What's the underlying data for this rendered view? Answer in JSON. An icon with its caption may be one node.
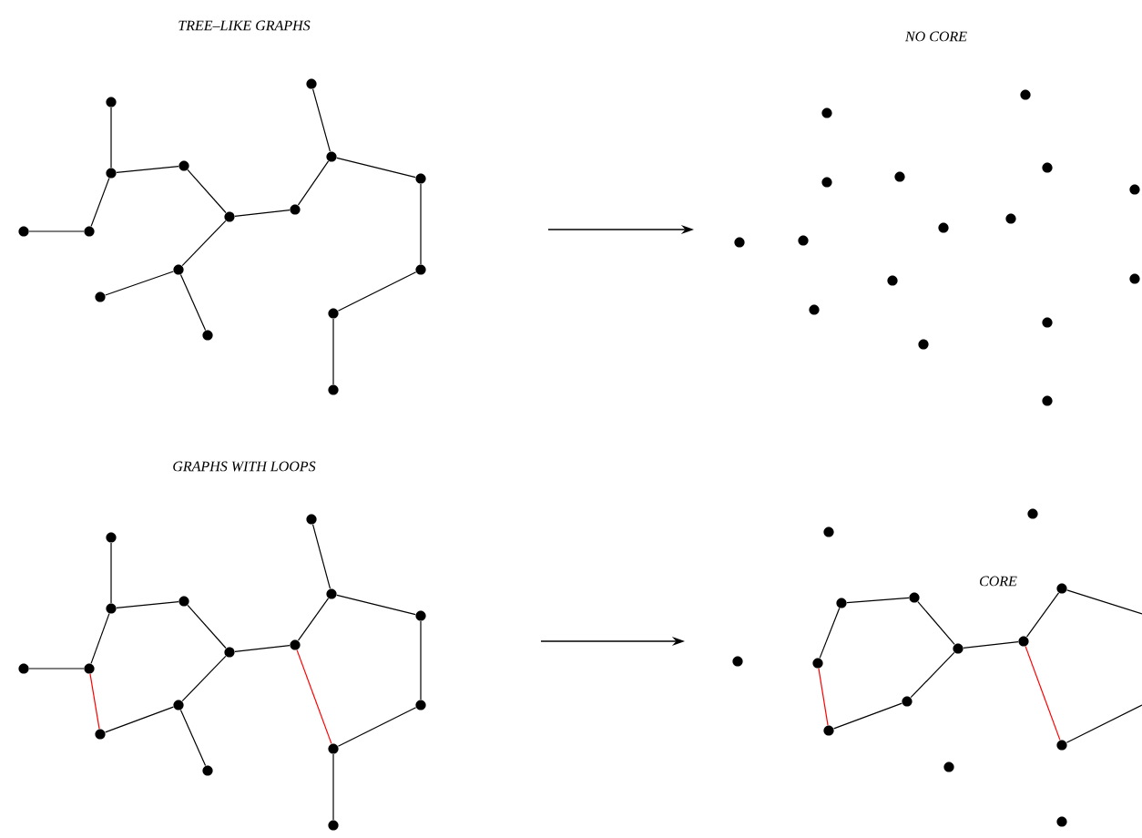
{
  "diagram": {
    "nodes": [
      {
        "text": [],
        "shape": "circle"
      },
      {
        "text": [],
        "shape": "circle"
      },
      {
        "text": [],
        "shape": "circle"
      },
      {
        "text": [],
        "shape": "circle"
      },
      {
        "text": [],
        "shape": "circle"
      },
      {
        "text": [],
        "shape": "circle"
      },
      {
        "text": [],
        "shape": "circle"
      },
      {
        "text": [],
        "shape": "circle"
      },
      {
        "text": [],
        "shape": "circle"
      },
      {
        "text": [],
        "shape": "circle"
      },
      {
        "text": [],
        "shape": "circle"
      },
      {
        "text": [],
        "shape": "circle"
      },
      {
        "text": [],
        "shape": "circle"
      },
      {
        "text": [],
        "shape": "circle"
      },
      {
        "text": [],
        "shape": "circle"
      },
      {
        "text": [],
        "shape": "circle"
      },
      {
        "text": [],
        "shape": "circle"
      },
      {
        "text": [],
        "shape": "circle"
      },
      {
        "text": [],
        "shape": "circle"
      },
      {
        "text": [],
        "shape": "circle"
      },
      {
        "text": [],
        "shape": "circle"
      },
      {
        "text": [],
        "shape": "circle"
      },
      {
        "text": [],
        "shape": "circle"
      },
      {
        "text": [],
        "shape": "circle"
      },
      {
        "text": [],
        "shape": "circle"
      },
      {
        "text": [],
        "shape": "circle"
      },
      {
        "text": [],
        "shape": "circle"
      },
      {
        "text": [],
        "shape": "circle"
      },
      {
        "text": [],
        "shape": "circle"
      },
      {
        "text": [],
        "shape": "circle"
      },
      {
        "text": [],
        "shape": "circle"
      },
      {
        "text": [],
        "shape": "circle"
      },
      {
        "text": [],
        "shape": "circle"
      },
      {
        "text": [],
        "shape": "circle"
      },
      {
        "text": [],
        "shape": "circle"
      },
      {
        "text": [],
        "shape": "circle"
      },
      {
        "text": [],
        "shape": "circle"
      },
      {
        "text": [],
        "shape": "circle"
      },
      {
        "text": [],
        "shape": "circle"
      },
      {
        "text": [],
        "shape": "circle"
      },
      {
        "text": [],
        "shape": "circle"
      },
      {
        "text": [],
        "shape": "circle"
      },
      {
        "text": [],
        "shape": "circle"
      },
      {
        "text": [],
        "shape": "circle"
      },
      {
        "text": [],
        "shape": "circle"
      },
      {
        "text": [],
        "shape": "circle"
      },
      {
        "text": [],
        "shape": "circle"
      },
      {
        "text": [],
        "shape": "circle"
      },
      {
        "text": [],
        "shape": "circle"
      },
      {
        "text": [],
        "shape": "circle"
      },
      {
        "text": [],
        "shape": "circle"
      },
      {
        "text": [],
        "shape": "circle"
      },
      {
        "text": [],
        "shape": "circle"
      },
      {
        "text": [],
        "shape": "circle"
      },
      {
        "text": [],
        "shape": "circle"
      },
      {
        "text": [],
        "shape": "circle"
      },
      {
        "text": [],
        "shape": "circle"
      },
      {
        "text": [],
        "shape": "circle"
      },
      {
        "text": [],
        "shape": "circle"
      },
      {
        "text": [],
        "shape": "circle"
      },
      {
        "text": [],
        "shape": "circle"
      },
      {
        "text": [],
        "shape": "circle"
      }
    ],
    "edges": [
      {
        "from": 0,
        "to": 1,
        "arrow": "none"
      },
      {
        "from": 1,
        "to": 2,
        "arrow": "none"
      },
      {
        "from": 1,
        "to": 4,
        "arrow": "none"
      },
      {
        "from": 4,
        "to": 3,
        "arrow": "none"
      },
      {
        "from": 2,
        "to": 5,
        "arrow": "none"
      },
      {
        "from": 5,
        "to": 6,
        "arrow": "none"
      },
      {
        "from": 5,
        "to": 7,
        "arrow": "none"
      },
      {
        "from": 7,
        "to": 8,
        "arrow": "none"
      },
      {
        "from": 7,
        "to": 9,
        "arrow": "none"
      },
      {
        "from": 6,
        "to": 11,
        "arrow": "none"
      },
      {
        "from": 11,
        "to": 10,
        "arrow": "none"
      },
      {
        "from": 11,
        "to": 12,
        "arrow": "none"
      },
      {
        "from": 12,
        "to": 13,
        "arrow": "none"
      },
      {
        "from": 13,
        "to": 14,
        "arrow": "none"
      },
      {
        "from": 14,
        "to": 15,
        "arrow": "none"
      },
      {
        "from": 32,
        "to": 33,
        "arrow": "none"
      },
      {
        "from": 33,
        "to": 34,
        "arrow": "none"
      },
      {
        "from": 33,
        "to": 36,
        "arrow": "none"
      },
      {
        "from": 36,
        "to": 35,
        "arrow": "none"
      },
      {
        "from": 34,
        "to": 37,
        "arrow": "none"
      },
      {
        "from": 37,
        "to": 38,
        "arrow": "none"
      },
      {
        "from": 37,
        "to": 39,
        "arrow": "none"
      },
      {
        "from": 39,
        "to": 40,
        "arrow": "none"
      },
      {
        "from": 39,
        "to": 41,
        "arrow": "none"
      },
      {
        "from": 38,
        "to": 43,
        "arrow": "none"
      },
      {
        "from": 43,
        "to": 42,
        "arrow": "none"
      },
      {
        "from": 43,
        "to": 44,
        "arrow": "none"
      },
      {
        "from": 44,
        "to": 45,
        "arrow": "none"
      },
      {
        "from": 45,
        "to": 46,
        "arrow": "none"
      },
      {
        "from": 46,
        "to": 47,
        "arrow": "none"
      },
      {
        "from": 36,
        "to": 40,
        "arrow": "none",
        "color": "#ff0000"
      },
      {
        "from": 38,
        "to": 46,
        "arrow": "none",
        "color": "#ff0000"
      },
      {
        "from": 53,
        "to": 54,
        "arrow": "none"
      },
      {
        "from": 53,
        "to": 55,
        "arrow": "none"
      },
      {
        "from": 55,
        "to": 56,
        "arrow": "none",
        "color": "#ff0000"
      },
      {
        "from": 56,
        "to": 57,
        "arrow": "none"
      },
      {
        "from": 57,
        "to": 58,
        "arrow": "none"
      },
      {
        "from": 54,
        "to": 58,
        "arrow": "none"
      },
      {
        "from": 58,
        "to": 59,
        "arrow": "none"
      },
      {
        "from": 59,
        "to": 60,
        "arrow": "none"
      },
      {
        "from": 59,
        "to": 61,
        "arrow": "none",
        "color": "#ff0000"
      },
      {
        "from": 60,
        "to": null,
        "arrow": "none"
      },
      {
        "from": 61,
        "to": null,
        "arrow": "none"
      }
    ],
    "labels": [
      "TREE–LIKE GRAPHS",
      "NO CORE",
      "GRAPHS WITH LOOPS",
      "CORE"
    ]
  }
}
